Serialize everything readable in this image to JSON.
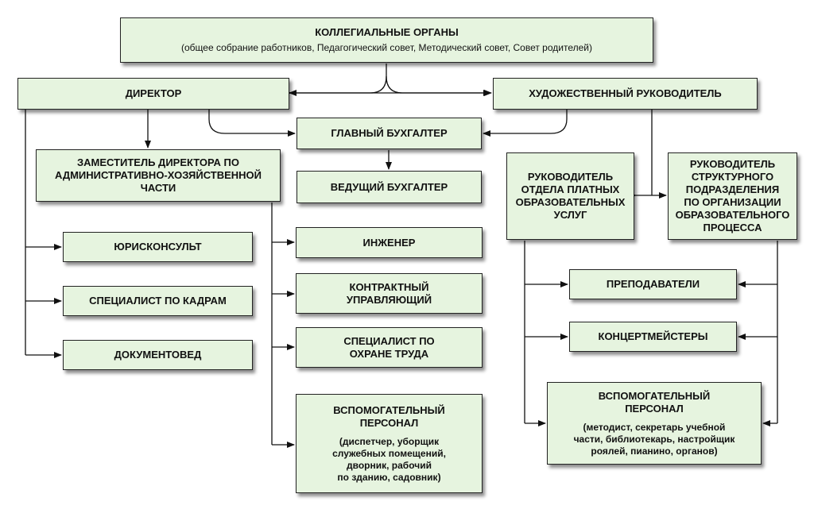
{
  "nodes": {
    "collegial": {
      "title": "КОЛЛЕГИАЛЬНЫЕ ОРГАНЫ",
      "subtitle": "(общее собрание работников, Педагогический совет, Методический совет, Совет родителей)"
    },
    "director": {
      "title": "ДИРЕКТОР"
    },
    "art_director": {
      "title": "ХУДОЖЕСТВЕННЫЙ РУКОВОДИТЕЛЬ"
    },
    "chief_accountant": {
      "title": "ГЛАВНЫЙ БУХГАЛТЕР"
    },
    "deputy": {
      "title": "ЗАМЕСТИТЕЛЬ ДИРЕКТОРА ПО\nАДМИНИСТРАТИВНО-ХОЗЯЙСТВЕННОЙ\nЧАСТИ"
    },
    "lead_accountant": {
      "title": "ВЕДУЩИЙ БУХГАЛТЕР"
    },
    "paid_services_head": {
      "title": "РУКОВОДИТЕЛЬ\nОТДЕЛА ПЛАТНЫХ\nОБРАЗОВАТЕЛЬНЫХ\nУСЛУГ"
    },
    "structural_head": {
      "title": "РУКОВОДИТЕЛЬ\nСТРУКТУРНОГО\nПОДРАЗДЕЛЕНИЯ\nПО ОРГАНИЗАЦИИ\nОБРАЗОВАТЕЛЬНОГО\nПРОЦЕССА"
    },
    "jurist": {
      "title": "ЮРИСКОНСУЛЬТ"
    },
    "engineer": {
      "title": "ИНЖЕНЕР"
    },
    "hr_specialist": {
      "title": "СПЕЦИАЛИСТ ПО КАДРАМ"
    },
    "contract_manager": {
      "title": "КОНТРАКТНЫЙ\nУПРАВЛЯЮЩИЙ"
    },
    "teachers": {
      "title": "ПРЕПОДАВАТЕЛИ"
    },
    "accompanists": {
      "title": "КОНЦЕРТМЕЙСТЕРЫ"
    },
    "doc_specialist": {
      "title": "ДОКУМЕНТОВЕД"
    },
    "safety_specialist": {
      "title": "СПЕЦИАЛИСТ ПО\nОХРАНЕ ТРУДА"
    },
    "aux_staff_left": {
      "title": "ВСПОМОГАТЕЛЬНЫЙ\nПЕРСОНАЛ",
      "subtitle": "(диспетчер, уборщик\nслужебных помещений,\nдворник, рабочий\nпо зданию, садовник)"
    },
    "aux_staff_right": {
      "title": "ВСПОМОГАТЕЛЬНЫЙ\nПЕРСОНАЛ",
      "subtitle": "(методист, секретарь учебной\nчасти, библиотекарь, настройщик\nроялей, пианино, органов)"
    }
  },
  "colors": {
    "box_fill": "#e6f4df",
    "border": "#222222",
    "line": "#111111"
  }
}
